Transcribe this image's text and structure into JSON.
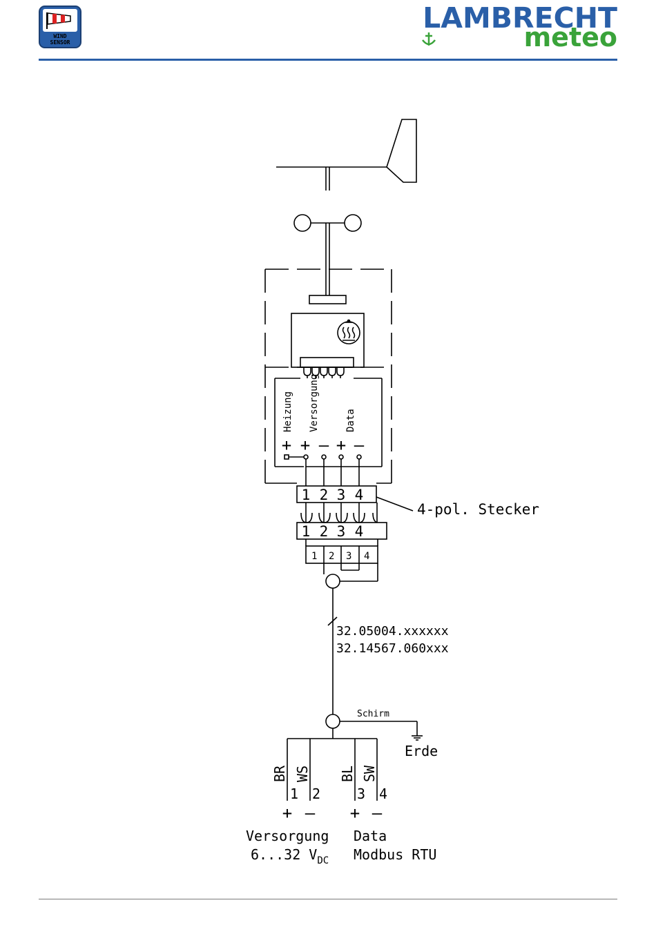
{
  "header": {
    "badge_line1": "WIND",
    "badge_line2": "SENSOR",
    "logo_top": "LAMBRECHT",
    "logo_bottom": "meteo",
    "brand_blue": "#2a5fa8",
    "brand_green": "#3aa33a"
  },
  "diagram": {
    "labels": {
      "heizung": "Heizung",
      "versorgung": "Versorgung",
      "data": "Data",
      "connector": "4-pol. Stecker",
      "cable_1": "32.05004.xxxxxx",
      "cable_2": "32.14567.060xxx",
      "schirm": "Schirm",
      "erde": "Erde"
    },
    "polarity_top": [
      "+",
      "+",
      "–",
      "+",
      "–"
    ],
    "pins_upper": [
      "1",
      "2",
      "3",
      "4"
    ],
    "pins_lower": [
      "1",
      "2",
      "3",
      "4"
    ],
    "pins_plug": [
      "1",
      "2",
      "3",
      "4"
    ],
    "wires": [
      {
        "color": "BR",
        "pin": "1"
      },
      {
        "color": "WS",
        "pin": "2"
      },
      {
        "color": "BL",
        "pin": "3"
      },
      {
        "color": "SW",
        "pin": "4"
      }
    ],
    "polarity_bottom": [
      "+",
      "–",
      "+",
      "–"
    ],
    "supply_label": "Versorgung",
    "supply_voltage": "6...32 V",
    "supply_sub": "DC",
    "data_label": "Data",
    "data_protocol": "Modbus RTU"
  }
}
